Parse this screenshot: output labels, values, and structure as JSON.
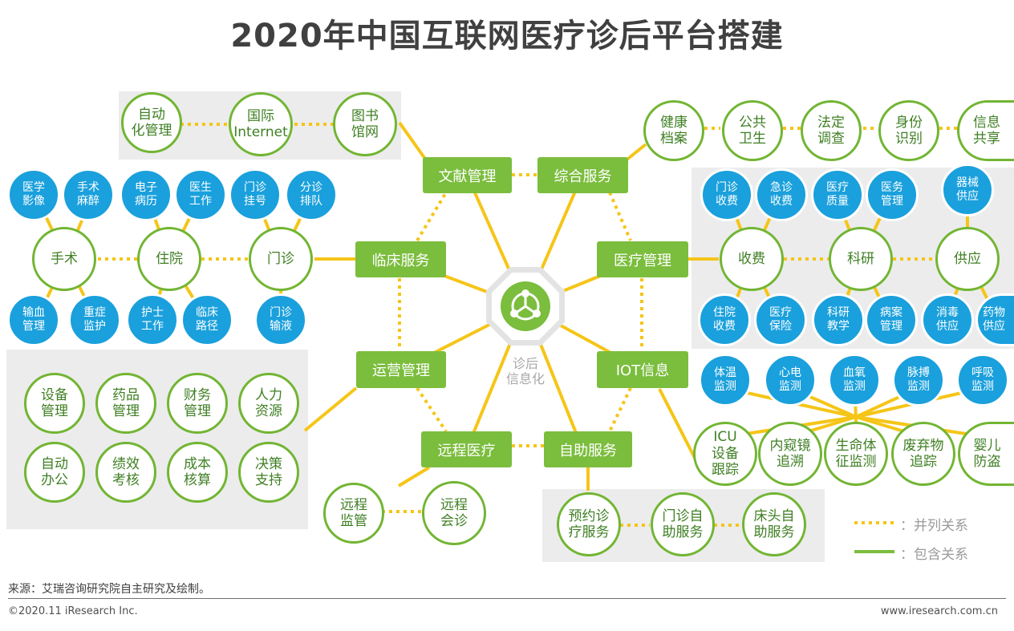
{
  "title": "2020年中国互联网医疗诊后平台搭建",
  "hub": {
    "label": "诊后\n信息化",
    "icon": "network-share-icon"
  },
  "core": {
    "wenxian": "文献管理",
    "zonghe": "综合服务",
    "linchuang": "临床服务",
    "yiliao": "医疗管理",
    "yunying": "运营管理",
    "iot": "IOT信息",
    "yuancheng": "远程医疗",
    "zizhu": "自助服务"
  },
  "wenxian_group": {
    "auto": "自动\n化管理",
    "intl": "国际\nInternet",
    "lib": "图书\n馆网"
  },
  "zonghe_group": {
    "health": "健康\n档案",
    "public": "公共\n卫生",
    "legal": "法定\n调查",
    "identity": "身份\n识别",
    "share": "信息\n共享"
  },
  "linchuang_group": {
    "surgery": "手术",
    "inpatient": "住院",
    "outpatient": "门诊",
    "img": "医学\n影像",
    "anes": "手术\n麻醉",
    "emr": "电子\n病历",
    "docwork": "医生\n工作",
    "reg": "门诊\n挂号",
    "triage": "分诊\n排队",
    "blood": "输血\n管理",
    "icu": "重症\n监护",
    "nurse": "护士\n工作",
    "path": "临床\n路径",
    "infusion": "门诊\n输液"
  },
  "yiliao_group": {
    "fee": "收费",
    "research": "科研",
    "supply": "供应",
    "f1": "门诊\n收费",
    "f2": "急诊\n收费",
    "q1": "医疗\n质量",
    "q2": "医务\n管理",
    "s1": "器械\n供应",
    "b1": "住院\n收费",
    "b2": "医疗\n保险",
    "b3": "科研\n教学",
    "b4": "病案\n管理",
    "b5": "消毒\n供应",
    "b6": "药物\n供应"
  },
  "iot_group": {
    "temp": "体温\n监测",
    "ecg": "心电\n监测",
    "spo2": "血氧\n监测",
    "pulse": "脉搏\n监测",
    "resp": "呼吸\n监测",
    "icu": "ICU\n设备\n跟踪",
    "endo": "内窥镜\n追溯",
    "vital": "生命体\n征监测",
    "waste": "废弃物\n追踪",
    "baby": "婴儿\n防盗"
  },
  "yunying_group": {
    "equip": "设备\n管理",
    "drug": "药品\n管理",
    "finance": "财务\n管理",
    "hr": "人力\n资源",
    "office": "自动\n办公",
    "perf": "绩效\n考核",
    "cost": "成本\n核算",
    "decision": "决策\n支持"
  },
  "yuancheng_group": {
    "monitor": "远程\n监管",
    "consult": "远程\n会诊"
  },
  "zizhu_group": {
    "booking": "预约诊\n疗服务",
    "opself": "门诊自\n助服务",
    "bedself": "床头自\n助服务"
  },
  "legend": {
    "parallel": "：并列关系",
    "contain": "：包含关系"
  },
  "colors": {
    "green": "#7bbd3d",
    "dark_green": "#3f7f23",
    "blue": "#1aa0dc",
    "yellow": "#f5c518",
    "gray_box": "#ececec"
  },
  "source": "来源：艾瑞咨询研究院自主研究及绘制。",
  "footer": {
    "copyright": "©2020.11 iResearch Inc.",
    "site": "www.iresearch.com.cn"
  }
}
